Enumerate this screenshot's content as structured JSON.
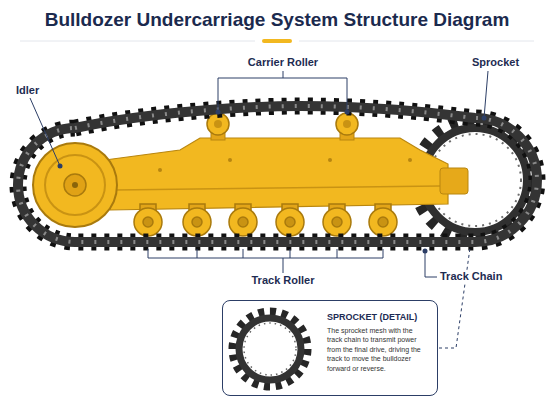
{
  "diagram": {
    "title": "Bulldozer Undercarriage System Structure Diagram",
    "nodes": [
      {
        "text": [
          "SPROCKET (DETAIL)",
          "The sprocket mesh with the track chain to transmit power from the final drive, driving the track to move the bulldozer forward or reverse."
        ]
      }
    ],
    "labels": [
      "Idler",
      "Carrier Roller",
      "Sprocket",
      "Track Roller",
      "Track Chain"
    ]
  }
}
